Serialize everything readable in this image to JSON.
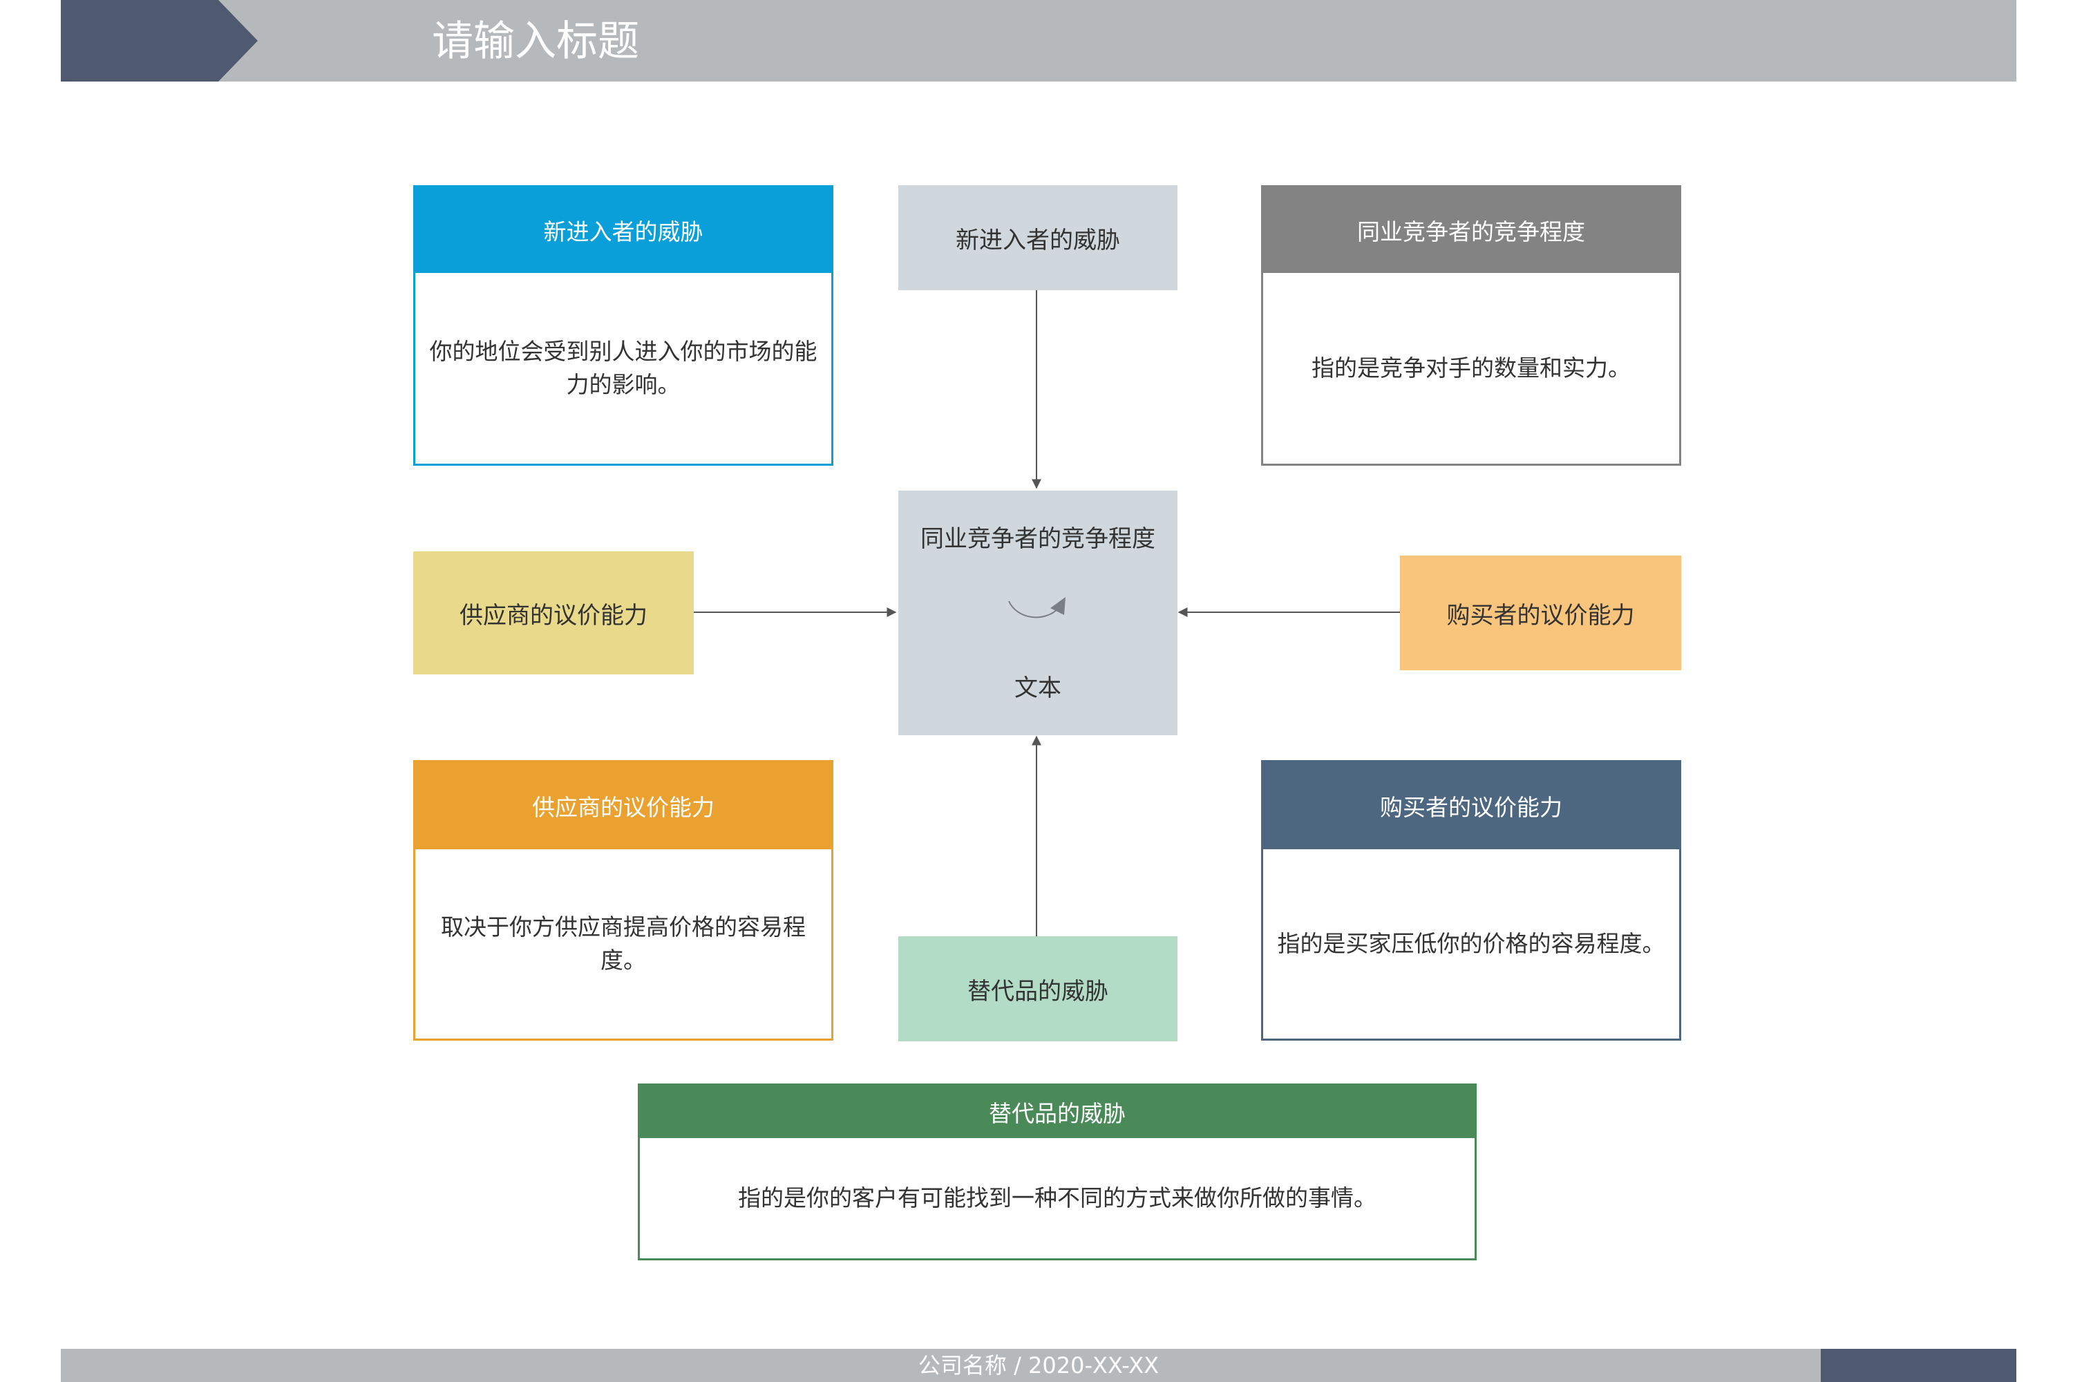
{
  "header": {
    "title": "请输入标题"
  },
  "footer": {
    "text": "公司名称 / 2020-XX-XX"
  },
  "colors": {
    "header_bar": "#b6b9bb",
    "header_accent": "#4f5a70",
    "blue": "#0a9fd8",
    "gray": "#838384",
    "orange": "#eba12f",
    "slate": "#4d6781",
    "green": "#4a8a58",
    "center_node": "#d0d8dd",
    "supplier_node": "#e9da8b",
    "buyer_node": "#f9c47c",
    "substitute_node": "#b3dcc6",
    "line": "#555555"
  },
  "cards": {
    "new_entrants": {
      "title": "新进入者的威胁",
      "body": "你的地位会受到别人进入你的市场的能力的影响。"
    },
    "rivalry": {
      "title": "同业竞争者的竞争程度",
      "body": "指的是竞争对手的数量和实力。"
    },
    "supplier": {
      "title": "供应商的议价能力",
      "body": "取决于你方供应商提高价格的容易程度。"
    },
    "buyer": {
      "title": "购买者的议价能力",
      "body": "指的是买家压低你的价格的容易程度。"
    },
    "substitute": {
      "title": "替代品的威胁",
      "body": "指的是你的客户有可能找到一种不同的方式来做你所做的事情。"
    }
  },
  "nodes": {
    "top": "新进入者的威胁",
    "center_title": "同业竞争者的竞争程度",
    "center_sub": "文本",
    "left": "供应商的议价能力",
    "right": "购买者的议价能力",
    "bottom": "替代品的威胁"
  }
}
